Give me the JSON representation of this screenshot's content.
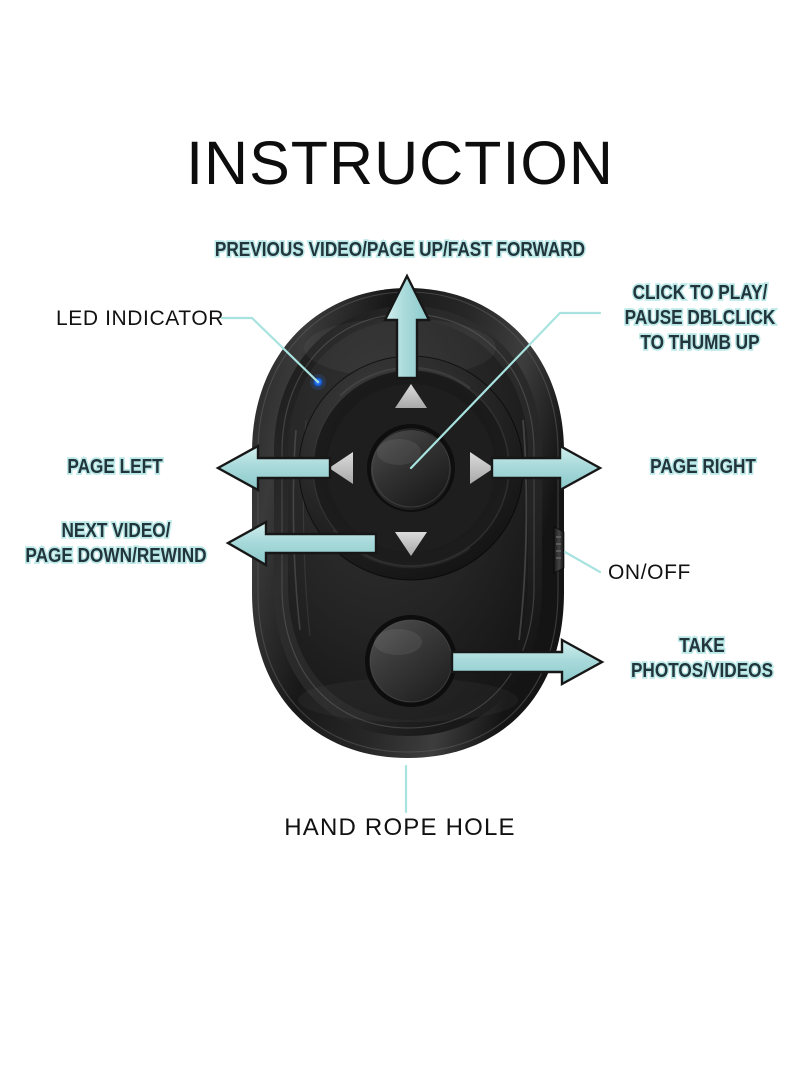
{
  "page": {
    "title": "INSTRUCTION",
    "background_color": "#ffffff",
    "subject": "bluetooth-remote-shutter"
  },
  "colors": {
    "arrow_fill": "#a9dadb",
    "arrow_fill_light": "#d6f0ef",
    "arrow_outline": "#171717",
    "leader_line": "#a8e3e0",
    "label_outline": "#b9e8e6",
    "label_text": "#22343c",
    "plain_text": "#111111",
    "device_body": "#121212",
    "device_highlight": "#4a4a4a",
    "led": "#2d7bff",
    "dpad_triangle": "#c9c9c9"
  },
  "device": {
    "name": "bluetooth-camera-remote-shutter",
    "parts": [
      {
        "id": "body",
        "label": "remote-body"
      },
      {
        "id": "dpad-ring",
        "label": "directional-pad-ring"
      },
      {
        "id": "dpad-up",
        "label": "dpad-up-triangle"
      },
      {
        "id": "dpad-down",
        "label": "dpad-down-triangle"
      },
      {
        "id": "dpad-left",
        "label": "dpad-left-triangle"
      },
      {
        "id": "dpad-right",
        "label": "dpad-right-triangle"
      },
      {
        "id": "center-button",
        "label": "center-ok-button"
      },
      {
        "id": "shutter-button",
        "label": "shutter-button"
      },
      {
        "id": "power-button",
        "label": "side-power-button"
      },
      {
        "id": "led",
        "label": "led-indicator-dot"
      },
      {
        "id": "rope-hole",
        "label": "hand-rope-hole"
      }
    ]
  },
  "callouts": [
    {
      "id": "previous-video",
      "style": "outlined",
      "align": "center",
      "lines": [
        "PREVIOUS VIDEO/PAGE UP/FAST FORWARD"
      ],
      "target": "dpad-up"
    },
    {
      "id": "led-indicator",
      "style": "plain",
      "align": "left",
      "lines": [
        "LED INDICATOR"
      ],
      "target": "led"
    },
    {
      "id": "click-to-play",
      "style": "outlined",
      "align": "center",
      "lines": [
        "CLICK TO PLAY/",
        "PAUSE DBLCLICK",
        "TO THUMB UP"
      ],
      "target": "center-button"
    },
    {
      "id": "page-left",
      "style": "outlined",
      "align": "center",
      "lines": [
        "PAGE LEFT"
      ],
      "target": "dpad-left"
    },
    {
      "id": "page-right",
      "style": "outlined",
      "align": "center",
      "lines": [
        "PAGE RIGHT"
      ],
      "target": "dpad-right"
    },
    {
      "id": "next-video",
      "style": "outlined",
      "align": "center",
      "lines": [
        "NEXT VIDEO/",
        "PAGE DOWN/REWIND"
      ],
      "target": "dpad-down"
    },
    {
      "id": "on-off",
      "style": "plain",
      "align": "left",
      "lines": [
        "ON/OFF"
      ],
      "target": "power-button"
    },
    {
      "id": "take-photos",
      "style": "outlined",
      "align": "center",
      "lines": [
        "TAKE",
        "PHOTOS/VIDEOS"
      ],
      "target": "shutter-button"
    },
    {
      "id": "hand-rope-hole",
      "style": "plain",
      "align": "center",
      "lines": [
        "HAND ROPE HOLE"
      ],
      "target": "rope-hole"
    }
  ]
}
